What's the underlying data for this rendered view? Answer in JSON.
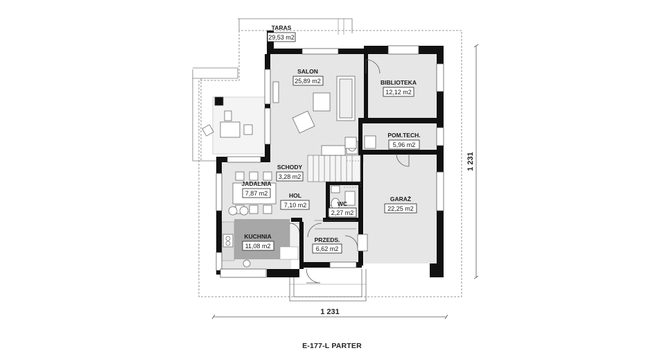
{
  "title": "E-177-L PARTER",
  "dimensions": {
    "width": "1 231",
    "height": "1 231"
  },
  "rooms": {
    "taras": {
      "name": "TARAS",
      "area": "29,53 m2"
    },
    "salon": {
      "name": "SALON",
      "area": "25,89 m2"
    },
    "biblioteka": {
      "name": "BIBLIOTEKA",
      "area": "12,12 m2"
    },
    "pomtech": {
      "name": "POM.TECH.",
      "area": "5,96 m2"
    },
    "schody": {
      "name": "SCHODY",
      "area": "3,28 m2"
    },
    "jadalnia": {
      "name": "JADALNIA",
      "area": "7,87 m2"
    },
    "hol": {
      "name": "HOL",
      "area": "7,10 m2"
    },
    "wc": {
      "name": "WC",
      "area": "2,27 m2"
    },
    "garaz": {
      "name": "GARAŻ",
      "area": "22,25 m2"
    },
    "kuchnia": {
      "name": "KUCHNIA",
      "area": "11,08 m2"
    },
    "przeds": {
      "name": "PRZEDS.",
      "area": "6,62 m2"
    }
  },
  "colors": {
    "floor": "#e6e6e6",
    "wall": "#111111",
    "counter": "#a7a7a7",
    "line": "#555555"
  }
}
